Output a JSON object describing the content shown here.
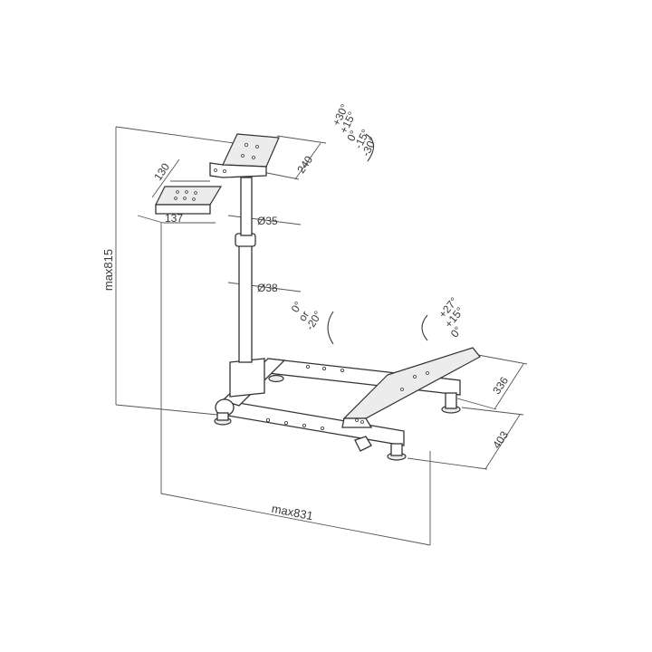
{
  "dimensions": {
    "height_max": "max815",
    "width_max": "max831",
    "wheel_plate_depth": "130",
    "wheel_plate_width": "137",
    "top_plate_width": "240",
    "tube_upper_diameter": "Ø35",
    "tube_lower_diameter": "Ø38",
    "pedal_plate_depth": "336",
    "base_depth": "403"
  },
  "angles": {
    "top_plate_tilt": [
      "+30°",
      "+15°",
      "0°",
      "-15°",
      "-30°"
    ],
    "column_tilt": [
      "0°",
      "or",
      "-20°"
    ],
    "pedal_tilt": [
      "+27°",
      "+15°",
      "0°"
    ]
  },
  "colors": {
    "line": "#3a3a3a",
    "fill": "#ececec"
  }
}
